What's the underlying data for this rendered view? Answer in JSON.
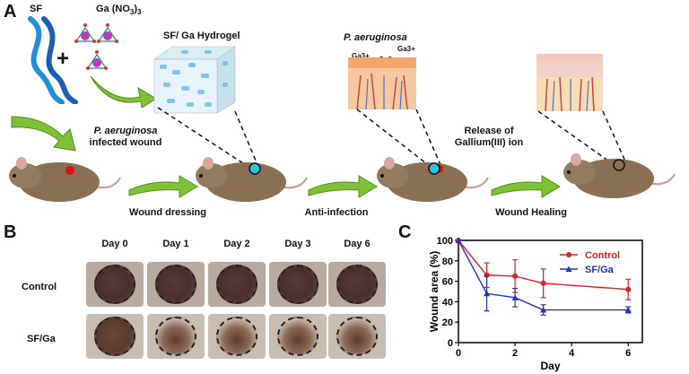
{
  "panel_a": {
    "letter": "A",
    "sf_label": "SF",
    "ga_label": "Ga (NO",
    "ga_sub": "3",
    "ga_close": ")",
    "ga_sub2": "3",
    "plus": "+",
    "hydrogel_label": "SF/ Ga Hydrogel",
    "pathogen_top": "P. aeruginosa",
    "ga_ion_label": "Ga3+",
    "infected_wound_species": "P. aeruginosa",
    "infected_wound_text": "infected wound",
    "release_line1": "Release of",
    "release_line2": "Gallium(III) ion",
    "step_wound_dressing": "Wound dressing",
    "step_anti_infection": "Anti-infection",
    "step_wound_healing": "Wound Healing"
  },
  "panel_b": {
    "letter": "B",
    "days": [
      "Day 0",
      "Day 1",
      "Day 2",
      "Day 3",
      "Day 6"
    ],
    "rows": [
      "Control",
      "SF/Ga"
    ]
  },
  "panel_c": {
    "letter": "C"
  },
  "chart_data": {
    "type": "line",
    "xlabel": "Day",
    "ylabel": "Wound area (%)",
    "xlim": [
      0,
      6.5
    ],
    "ylim": [
      0,
      100
    ],
    "xticks": [
      0,
      2,
      4,
      6
    ],
    "yticks": [
      0,
      20,
      40,
      60,
      80,
      100
    ],
    "legend_position": "top-right",
    "series": [
      {
        "name": "Control",
        "color": "#e02020",
        "marker": "circle",
        "x": [
          0,
          1,
          2,
          3,
          6
        ],
        "y": [
          100,
          66,
          65,
          58,
          52
        ],
        "err": [
          0,
          12,
          16,
          14,
          10
        ]
      },
      {
        "name": "SF/Ga",
        "color": "#2030c0",
        "marker": "triangle",
        "x": [
          0,
          1,
          2,
          3,
          6
        ],
        "y": [
          100,
          48,
          44,
          32,
          32
        ],
        "err": [
          0,
          17,
          9,
          5,
          3
        ]
      }
    ]
  }
}
